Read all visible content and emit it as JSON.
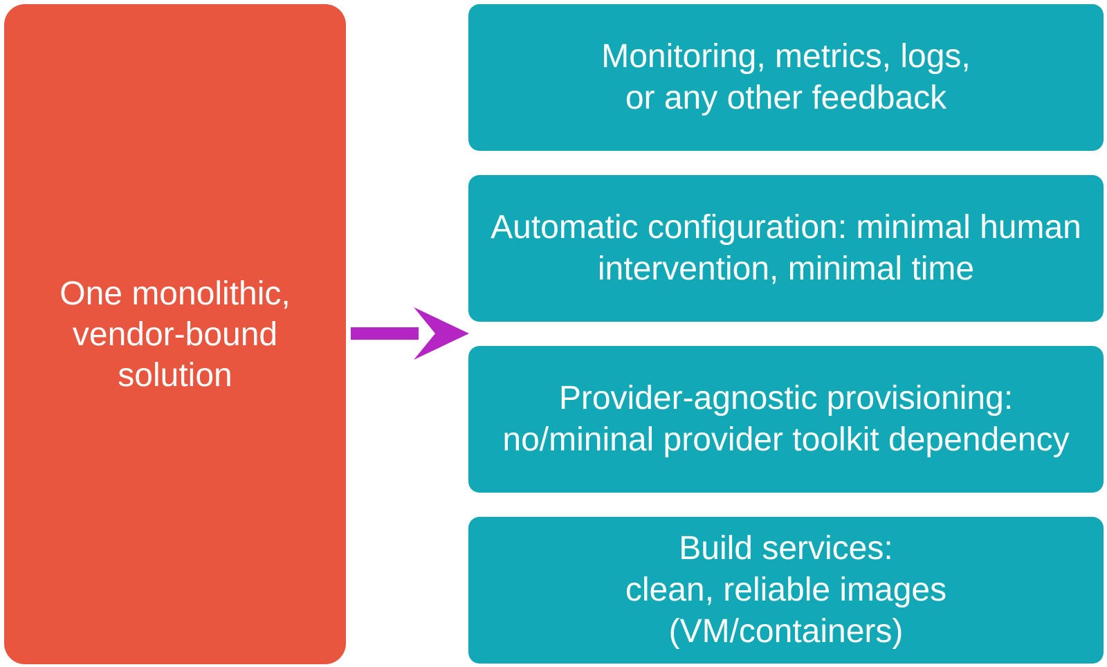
{
  "source": {
    "lines": [
      "One monolithic,",
      "vendor-bound",
      "solution"
    ]
  },
  "targets": [
    {
      "lines": [
        "Monitoring, metrics, logs,",
        "or any other feedback"
      ]
    },
    {
      "lines": [
        "Automatic configuration: minimal human",
        "intervention, minimal time"
      ]
    },
    {
      "lines": [
        "Provider-agnostic provisioning:",
        "no/mininal provider toolkit dependency"
      ]
    },
    {
      "lines": [
        "Build services:",
        "clean, reliable images",
        "(VM/containers)"
      ]
    }
  ],
  "colors": {
    "source_box": "#e8563f",
    "target_box": "#13a8b5",
    "arrow": "#b425c4",
    "text": "#ffffff"
  }
}
